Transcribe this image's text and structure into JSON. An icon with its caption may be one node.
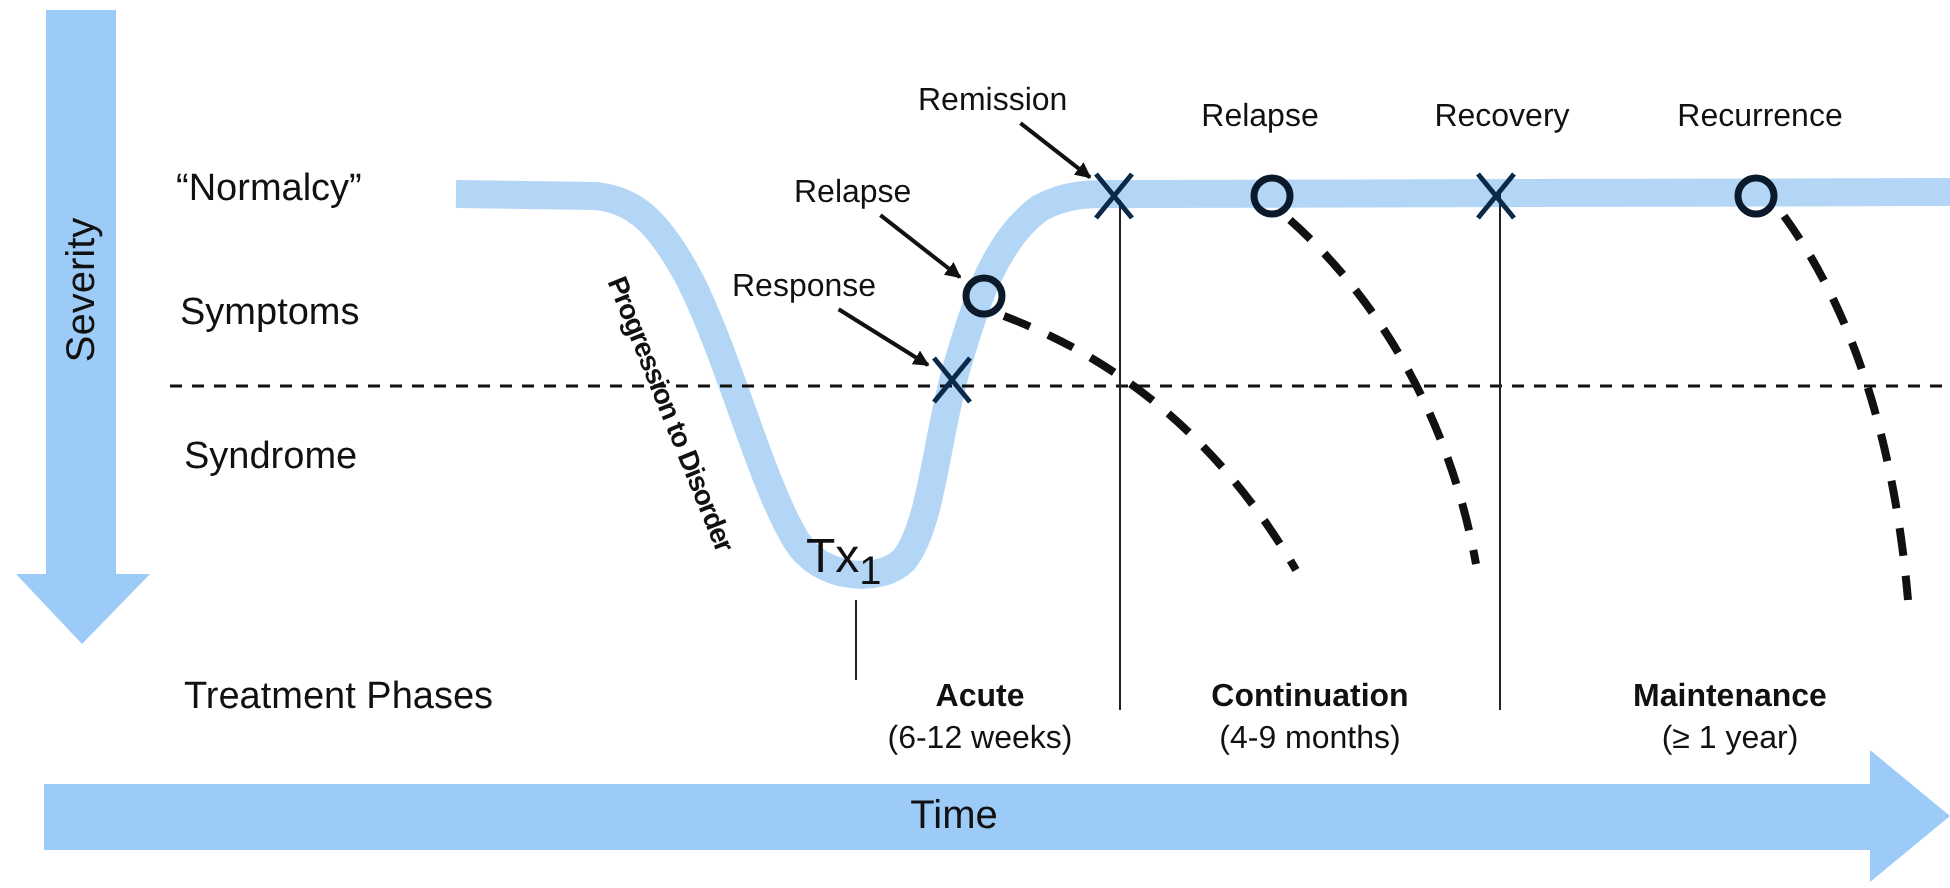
{
  "diagram": {
    "nodes": [
      {
        "text": [
          "Severity"
        ]
      },
      {
        "text": [
          "Time"
        ]
      },
      {
        "text": [
          "Remission"
        ]
      },
      {
        "text": [
          "Relapse"
        ]
      },
      {
        "text": [
          "Response"
        ]
      },
      {
        "text": [],
        "shape": "cross"
      },
      {
        "text": [],
        "shape": "circle"
      },
      {
        "text": [],
        "shape": "cross"
      }
    ],
    "edges": [
      {
        "from": 2,
        "to": 5,
        "arrow": "to"
      },
      {
        "from": 3,
        "to": 6,
        "arrow": "to"
      },
      {
        "from": 4,
        "to": 7,
        "arrow": "to"
      }
    ],
    "labels": [
      "Relapse",
      "Recovery",
      "Recurrence",
      "“Normalcy”",
      "Symptoms",
      "Syndrome",
      "Progression to Disorder",
      "Tx$_{1}$",
      "Treatment Phases",
      "Acute",
      "(6-12 weeks)",
      "Continuation",
      "(4-9 months)",
      "Maintenance",
      "(≥ 1 year)"
    ]
  }
}
